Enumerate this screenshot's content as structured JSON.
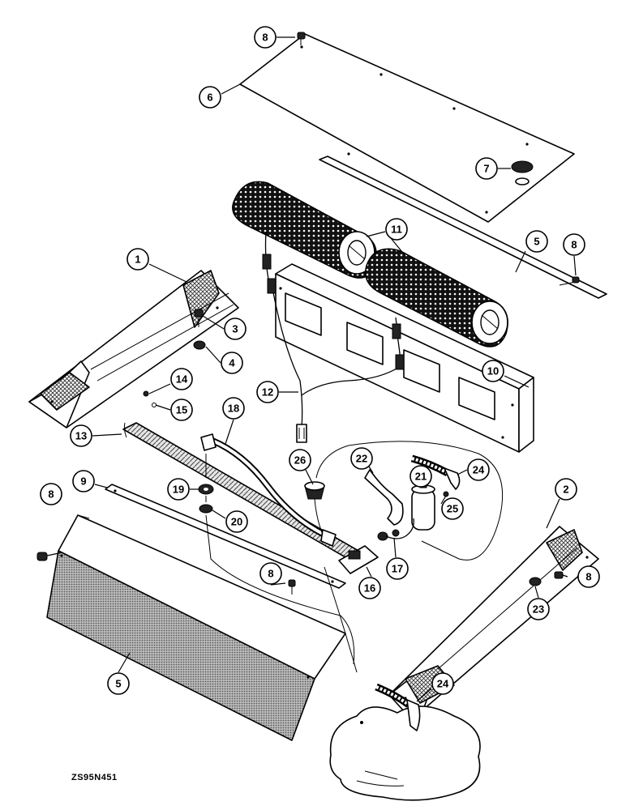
{
  "figure_code": "ZS95N451",
  "callouts": [
    {
      "id": "c8a",
      "label": "8"
    },
    {
      "id": "c6",
      "label": "6"
    },
    {
      "id": "c7",
      "label": "7"
    },
    {
      "id": "c11",
      "label": "11"
    },
    {
      "id": "c1",
      "label": "1"
    },
    {
      "id": "c5a",
      "label": "5"
    },
    {
      "id": "c8b",
      "label": "8"
    },
    {
      "id": "c3",
      "label": "3"
    },
    {
      "id": "c4",
      "label": "4"
    },
    {
      "id": "c10",
      "label": "10"
    },
    {
      "id": "c12",
      "label": "12"
    },
    {
      "id": "c14",
      "label": "14"
    },
    {
      "id": "c15",
      "label": "15"
    },
    {
      "id": "c18",
      "label": "18"
    },
    {
      "id": "c13",
      "label": "13"
    },
    {
      "id": "c26",
      "label": "26"
    },
    {
      "id": "c22",
      "label": "22"
    },
    {
      "id": "c21",
      "label": "21"
    },
    {
      "id": "c24a",
      "label": "24"
    },
    {
      "id": "c2",
      "label": "2"
    },
    {
      "id": "c9",
      "label": "9"
    },
    {
      "id": "c19",
      "label": "19"
    },
    {
      "id": "c25",
      "label": "25"
    },
    {
      "id": "c8c",
      "label": "8"
    },
    {
      "id": "c20",
      "label": "20"
    },
    {
      "id": "c8d",
      "label": "8"
    },
    {
      "id": "c17",
      "label": "17"
    },
    {
      "id": "c16",
      "label": "16"
    },
    {
      "id": "c8e",
      "label": "8"
    },
    {
      "id": "c23",
      "label": "23"
    },
    {
      "id": "c5b",
      "label": "5"
    },
    {
      "id": "c24b",
      "label": "24"
    }
  ]
}
